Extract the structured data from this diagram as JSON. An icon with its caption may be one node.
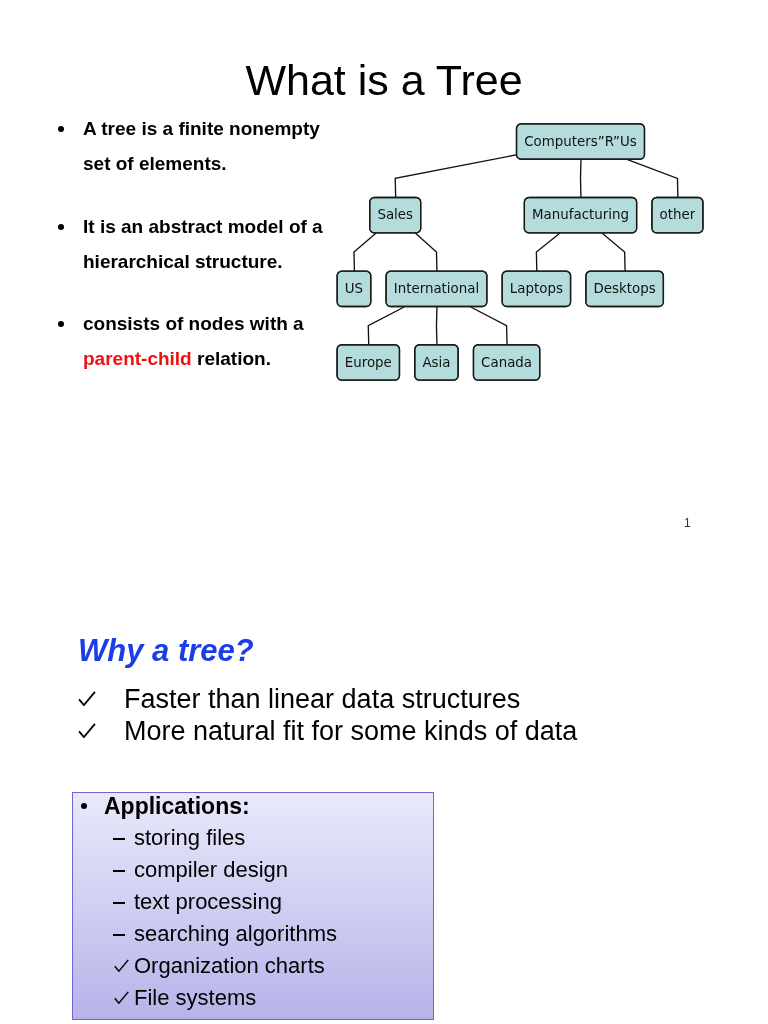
{
  "diagram": {
    "title": "What is a Tree",
    "nodes": [
      {
        "text": [
          "Computers”R”Us"
        ]
      },
      {
        "text": [
          "Sales"
        ]
      },
      {
        "text": [
          "Manufacturing"
        ]
      },
      {
        "text": [
          "other"
        ]
      },
      {
        "text": [
          "US"
        ]
      },
      {
        "text": [
          "International"
        ]
      },
      {
        "text": [
          "Laptops"
        ]
      },
      {
        "text": [
          "Desktops"
        ]
      },
      {
        "text": [
          "Europe"
        ]
      },
      {
        "text": [
          "Asia"
        ]
      },
      {
        "text": [
          "Canada"
        ]
      }
    ],
    "edges": [
      {
        "from": 0,
        "to": 1,
        "arrow": "none"
      },
      {
        "from": 0,
        "to": 2,
        "arrow": "none"
      },
      {
        "from": 0,
        "to": 3,
        "arrow": "none"
      },
      {
        "from": 1,
        "to": 4,
        "arrow": "none"
      },
      {
        "from": 1,
        "to": 5,
        "arrow": "none"
      },
      {
        "from": 2,
        "to": 6,
        "arrow": "none"
      },
      {
        "from": 2,
        "to": 7,
        "arrow": "none"
      },
      {
        "from": 5,
        "to": 8,
        "arrow": "none"
      },
      {
        "from": 5,
        "to": 9,
        "arrow": "none"
      },
      {
        "from": 5,
        "to": 10,
        "arrow": "none"
      }
    ],
    "labels": [
      "A tree is a finite nonempty set of elements.",
      "It is an abstract model of a hierarchical structure.",
      "consists of nodes with a parent-child relation.",
      "1",
      "Why a tree?",
      "Faster than linear data structures",
      "More natural fit for some kinds of data",
      "Applications:",
      "storing files",
      "compiler design",
      "text processing",
      "searching algorithms",
      "Organization charts",
      "File systems"
    ]
  }
}
